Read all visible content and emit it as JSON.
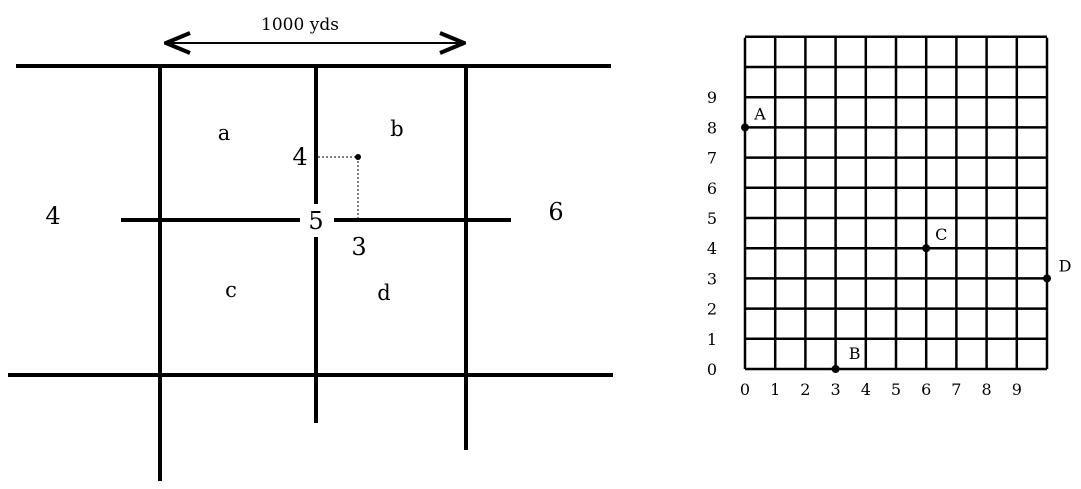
{
  "map": {
    "distance_label": "1000 yds",
    "region_labels": {
      "a": "a",
      "b": "b",
      "c": "c",
      "d": "d"
    },
    "outer_left": "4",
    "outer_right": "6",
    "center": "5",
    "offset_top": "4",
    "offset_right": "3"
  },
  "grid": {
    "x_ticks": [
      "0",
      "1",
      "2",
      "3",
      "4",
      "5",
      "6",
      "7",
      "8",
      "9"
    ],
    "y_ticks": [
      "0",
      "1",
      "2",
      "3",
      "4",
      "5",
      "6",
      "7",
      "8",
      "9"
    ],
    "points": [
      {
        "label": "A",
        "x": 0,
        "y": 8
      },
      {
        "label": "B",
        "x": 3,
        "y": 0
      },
      {
        "label": "C",
        "x": 6,
        "y": 4
      },
      {
        "label": "D",
        "x": 10,
        "y": 3
      }
    ],
    "x_range": [
      0,
      10
    ],
    "y_range": [
      0,
      10
    ]
  }
}
